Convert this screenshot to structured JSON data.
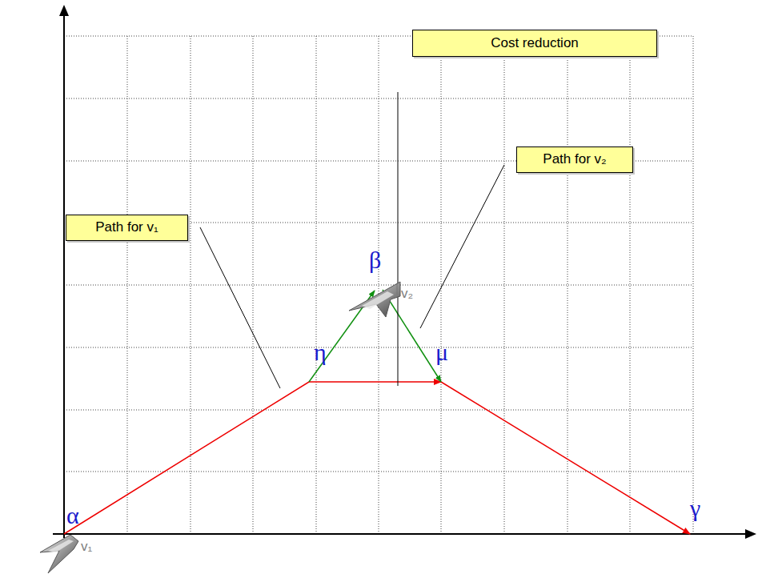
{
  "diagram": {
    "nodes": [
      {
        "text": [
          "Cost reduction"
        ]
      },
      {
        "text": [
          "Path for v₂"
        ]
      },
      {
        "text": [
          "Path for v₁"
        ]
      }
    ],
    "labels": [
      "β",
      "v₂",
      "η",
      "μ",
      "α",
      "γ",
      "v₁"
    ]
  }
}
